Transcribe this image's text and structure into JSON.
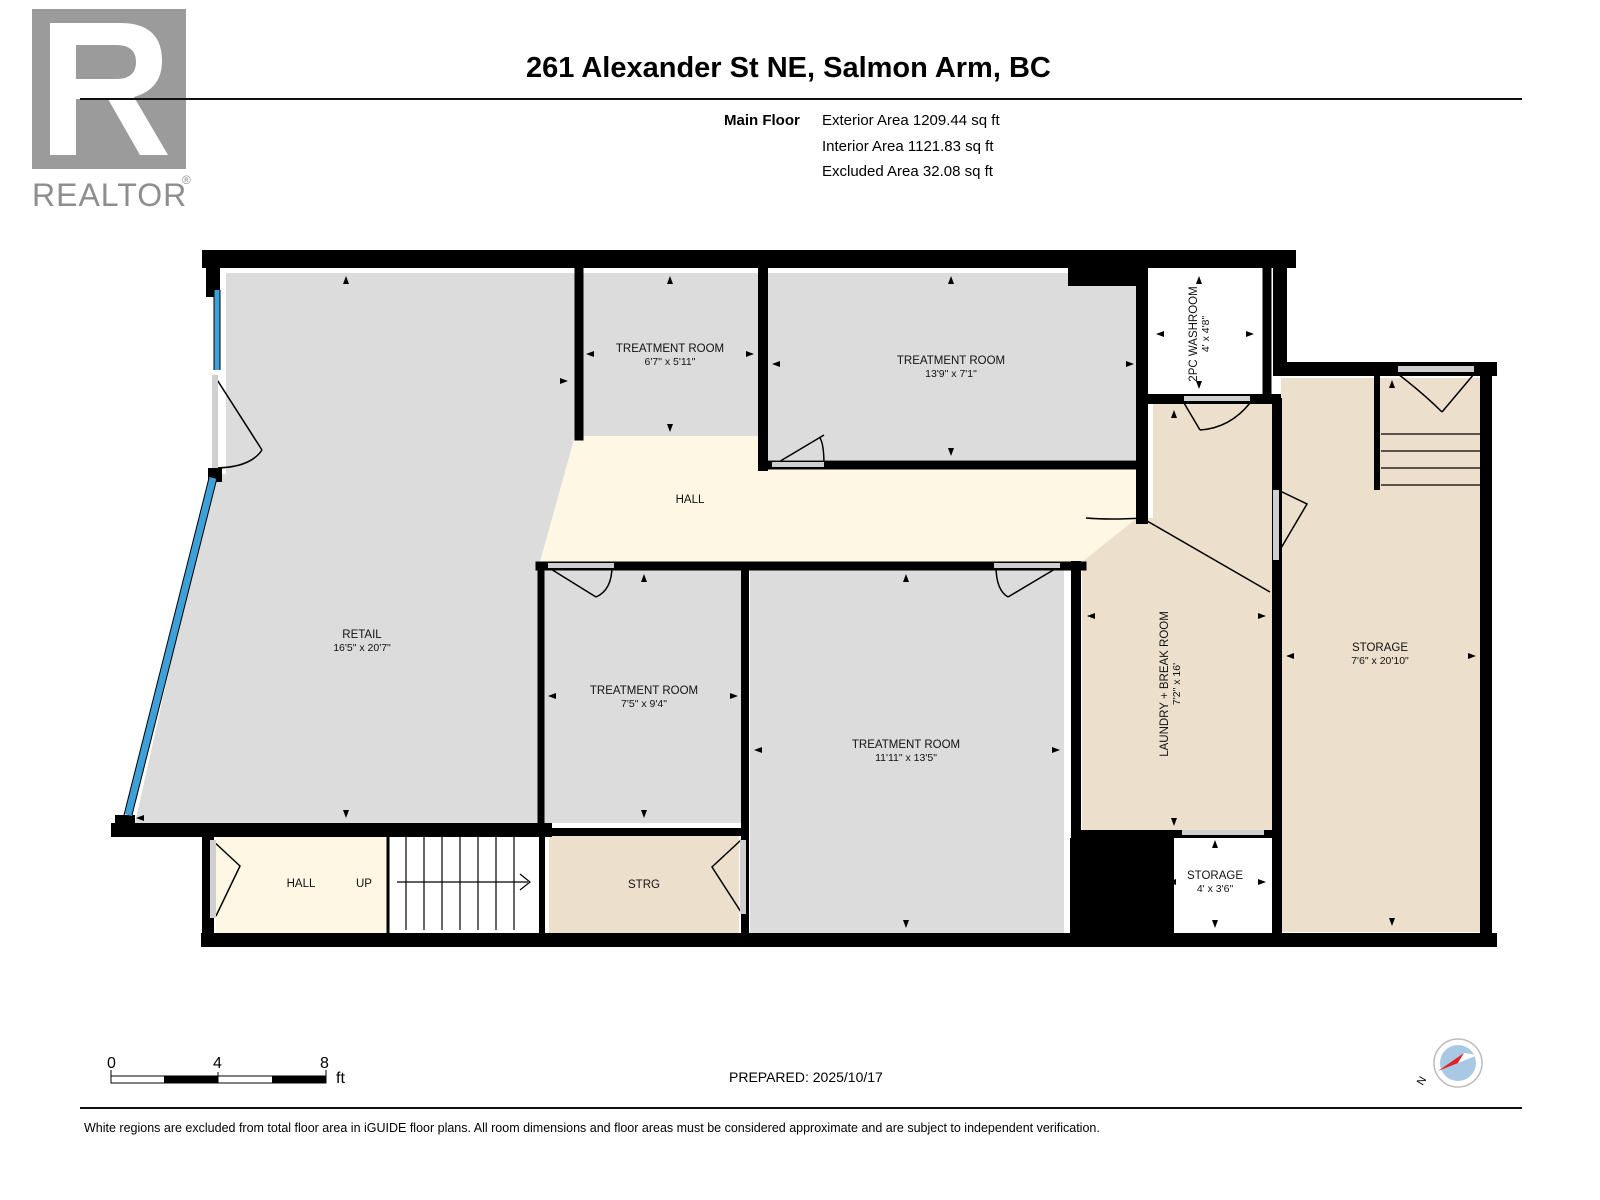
{
  "brand": {
    "logo_text": "REALTOR",
    "registered": "®"
  },
  "title": "261 Alexander St NE, Salmon Arm, BC",
  "floor_info": {
    "label": "Main Floor",
    "lines": [
      "Exterior Area 1209.44 sq ft",
      "Interior Area 1121.83 sq ft",
      "Excluded Area 32.08 sq ft"
    ]
  },
  "rooms": {
    "retail": {
      "name": "RETAIL",
      "dims": "16'5\" x 20'7\""
    },
    "treatment_1": {
      "name": "TREATMENT ROOM",
      "dims": "6'7\" x 5'11\""
    },
    "treatment_2": {
      "name": "TREATMENT ROOM",
      "dims": "13'9\" x 7'1\""
    },
    "washroom": {
      "name": "2PC WASHROOM",
      "dims": "4' x 4'8\""
    },
    "hall_main": {
      "name": "HALL"
    },
    "treatment_3": {
      "name": "TREATMENT ROOM",
      "dims": "7'5\" x 9'4\""
    },
    "treatment_4": {
      "name": "TREATMENT ROOM",
      "dims": "11'11\" x 13'5\""
    },
    "laundry": {
      "name": "LAUNDRY + BREAK ROOM",
      "dims": "7'2\" x 16'"
    },
    "storage_large": {
      "name": "STORAGE",
      "dims": "7'6\" x 20'10\""
    },
    "storage_small": {
      "name": "STORAGE",
      "dims": "4' x 3'6\""
    },
    "strg": {
      "name": "STRG"
    },
    "hall_lower": {
      "name": "HALL",
      "up": "UP"
    }
  },
  "scale_bar": {
    "labels": [
      "0",
      "4",
      "8"
    ],
    "unit": "ft"
  },
  "prepared": "PREPARED: 2025/10/17",
  "compass": {
    "letter": "N"
  },
  "disclaimer": "White regions are excluded from total floor area in iGUIDE floor plans. All room dimensions and floor areas must be considered approximate and are subject to independent verification.",
  "colors": {
    "room_grey": "#dcdcdc",
    "hall_yellow": "#fdf7e3",
    "laundry_beige": "#ecdfcc",
    "window_blue": "#3ea0d8",
    "wall": "#000000",
    "logo_grey": "#9b9b9b"
  }
}
